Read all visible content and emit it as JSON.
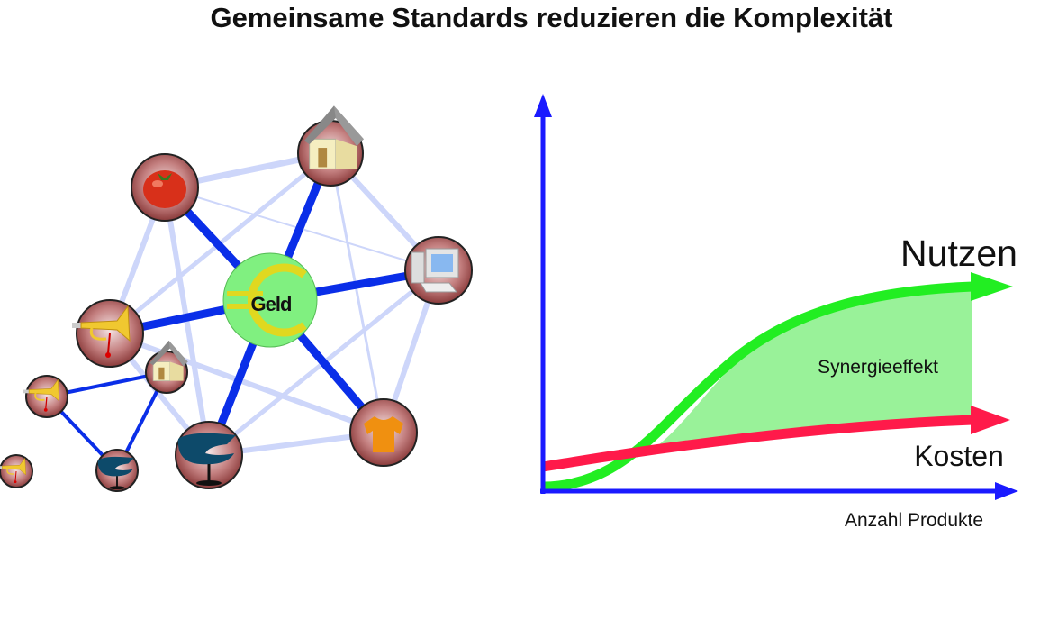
{
  "title": "Gemeinsame Standards reduzieren die Komplexität",
  "network": {
    "center_label": "Geld",
    "center_symbol": "euro-icon",
    "nodes": [
      "tomato-icon",
      "house-icon",
      "computer-icon",
      "shirt-icon",
      "chair-icon",
      "trumpet-icon",
      "house-icon",
      "trumpet-icon",
      "chair-icon",
      "trumpet-icon"
    ]
  },
  "chart": {
    "benefit_label": "Nutzen",
    "cost_label": "Kosten",
    "synergy_label": "Synergieeffekt",
    "xlabel": "Anzahl Produkte"
  },
  "colors": {
    "axis": "#1a1aff",
    "benefit": "#22ee22",
    "cost": "#ff1a4a",
    "synergy_fill": "#99f299",
    "strong_edge": "#0a2ee8",
    "weak_edge": "#cdd6fa",
    "center_fill": "#80f080",
    "euro": "#e0d820",
    "node_fill": "#b06060"
  }
}
